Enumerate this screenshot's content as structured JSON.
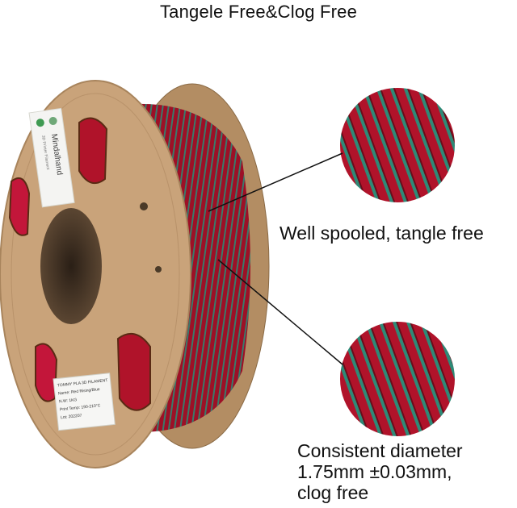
{
  "header": {
    "title": "Tangele Free&Clog Free"
  },
  "callouts": [
    {
      "text": "Well spooled, tangle free"
    },
    {
      "lines": [
        "Consistent diameter",
        "1.75mm ±0.03mm,",
        "clog free"
      ]
    }
  ],
  "spool": {
    "brand": "Mindalhand",
    "brand_sub": "3D Printer Filament",
    "label_lines": [
      "TOMMY PLA 3D FILAMENT",
      "Name: Red Rising/Blue",
      "N.W: 1KG",
      "Print Temp: 190-210°C",
      "Lot: 202207"
    ]
  },
  "colors": {
    "cardboard": "#c9a37a",
    "cardboard_dark": "#a8845c",
    "filament_red": "#b0132a",
    "filament_green": "#2e8a77",
    "leader_line": "#111111"
  }
}
